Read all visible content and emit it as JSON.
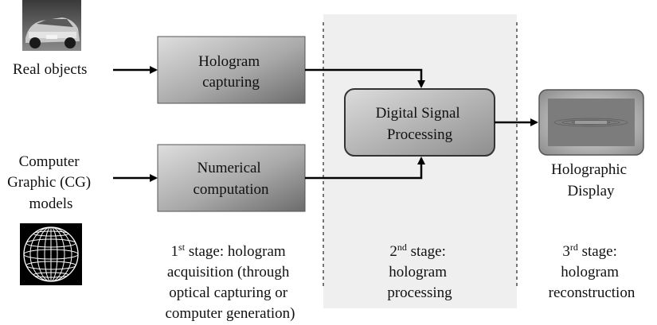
{
  "sources": {
    "real_objects": "Real objects",
    "cg_models": [
      "Computer",
      "Graphic (CG)",
      "models"
    ]
  },
  "boxes": {
    "hologram_capturing": [
      "Hologram",
      "capturing"
    ],
    "numerical_computation": [
      "Numerical",
      "computation"
    ],
    "digital_signal_processing": [
      "Digital Signal",
      "Processing"
    ]
  },
  "display": {
    "label": [
      "Holographic",
      "Display"
    ]
  },
  "stages": {
    "stage1": {
      "num": "1",
      "suffix": "st",
      "rest": " stage: hologram",
      "lines": [
        "acquisition (through",
        "optical capturing or",
        "computer generation)"
      ]
    },
    "stage2": {
      "num": "2",
      "suffix": "nd",
      "rest": " stage:",
      "lines": [
        "hologram",
        "processing"
      ]
    },
    "stage3": {
      "num": "3",
      "suffix": "rd",
      "rest": " stage:",
      "lines": [
        "hologram",
        "reconstruction"
      ]
    }
  },
  "colors": {
    "stage2_background": "#f0f0f0",
    "box_gradient_light": "#d9d9d9",
    "box_gradient_dark": "#7a7a7a",
    "arrow": "#000000"
  }
}
